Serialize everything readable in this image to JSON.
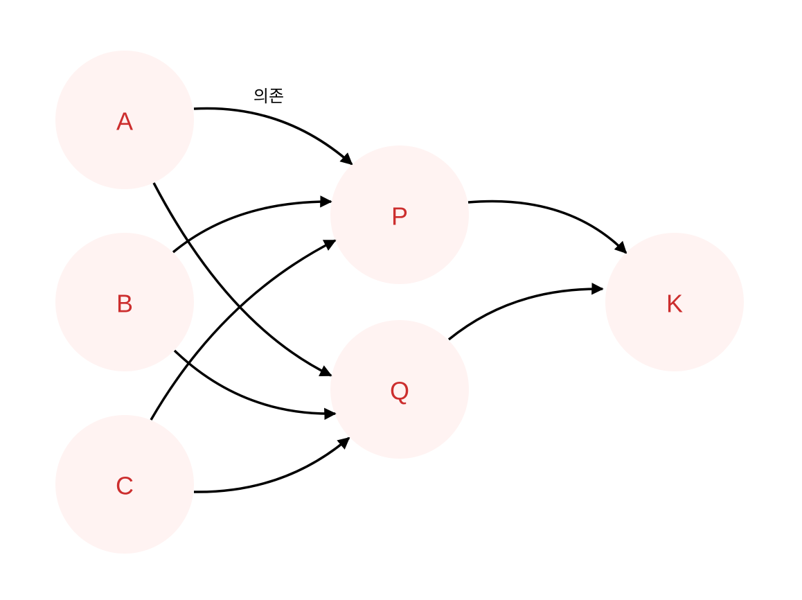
{
  "nodes": {
    "A": {
      "label": "A"
    },
    "B": {
      "label": "B"
    },
    "C": {
      "label": "C"
    },
    "P": {
      "label": "P"
    },
    "Q": {
      "label": "Q"
    },
    "K": {
      "label": "K"
    }
  },
  "edges": [
    {
      "from": "A",
      "to": "P",
      "label": "의존"
    },
    {
      "from": "A",
      "to": "Q"
    },
    {
      "from": "B",
      "to": "P"
    },
    {
      "from": "B",
      "to": "Q"
    },
    {
      "from": "C",
      "to": "P"
    },
    {
      "from": "C",
      "to": "Q"
    },
    {
      "from": "P",
      "to": "K"
    },
    {
      "from": "Q",
      "to": "K"
    }
  ],
  "colors": {
    "node_fill": "#fff3f2",
    "node_text": "#cc2e2e",
    "edge": "#000000"
  }
}
